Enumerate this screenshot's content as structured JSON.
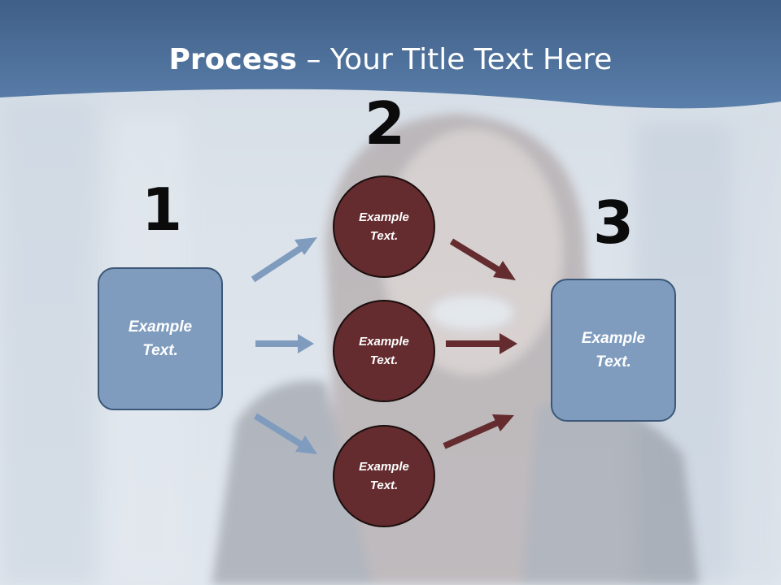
{
  "slide": {
    "title_bold": "Process",
    "title_rest": " – Your Title Text Here",
    "steps": [
      "1",
      "2",
      "3"
    ],
    "left_box": "Example Text.",
    "right_box": "Example Text.",
    "circles": [
      "Example Text.",
      "Example Text.",
      "Example Text."
    ]
  },
  "colors": {
    "header_blue": "#4f739f",
    "box_fill": "#7f9cbf",
    "circle_fill": "#642c2e",
    "blue_arrow": "#7f9cbf",
    "red_arrow": "#642c2e"
  }
}
